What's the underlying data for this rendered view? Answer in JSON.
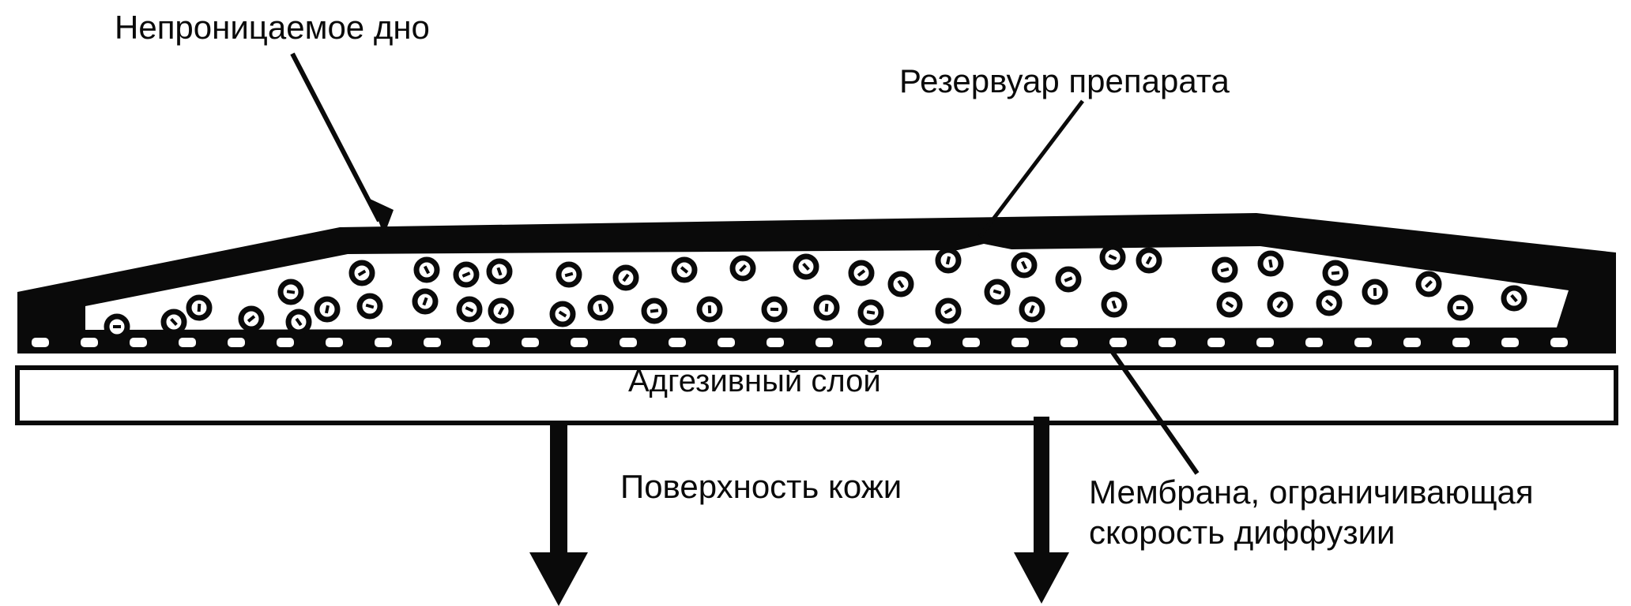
{
  "diagram": {
    "labels": {
      "backing": "Непроницаемое дно",
      "reservoir": "Резервуар препарата",
      "adhesive": "Адгезивный слой",
      "skin": "Поверхность кожи",
      "membrane_line1": "Мембрана, ограничивающая",
      "membrane_line2": "скорость диффузии"
    },
    "colors": {
      "ink": "#0a0a0a",
      "paper": "#ffffff"
    }
  }
}
